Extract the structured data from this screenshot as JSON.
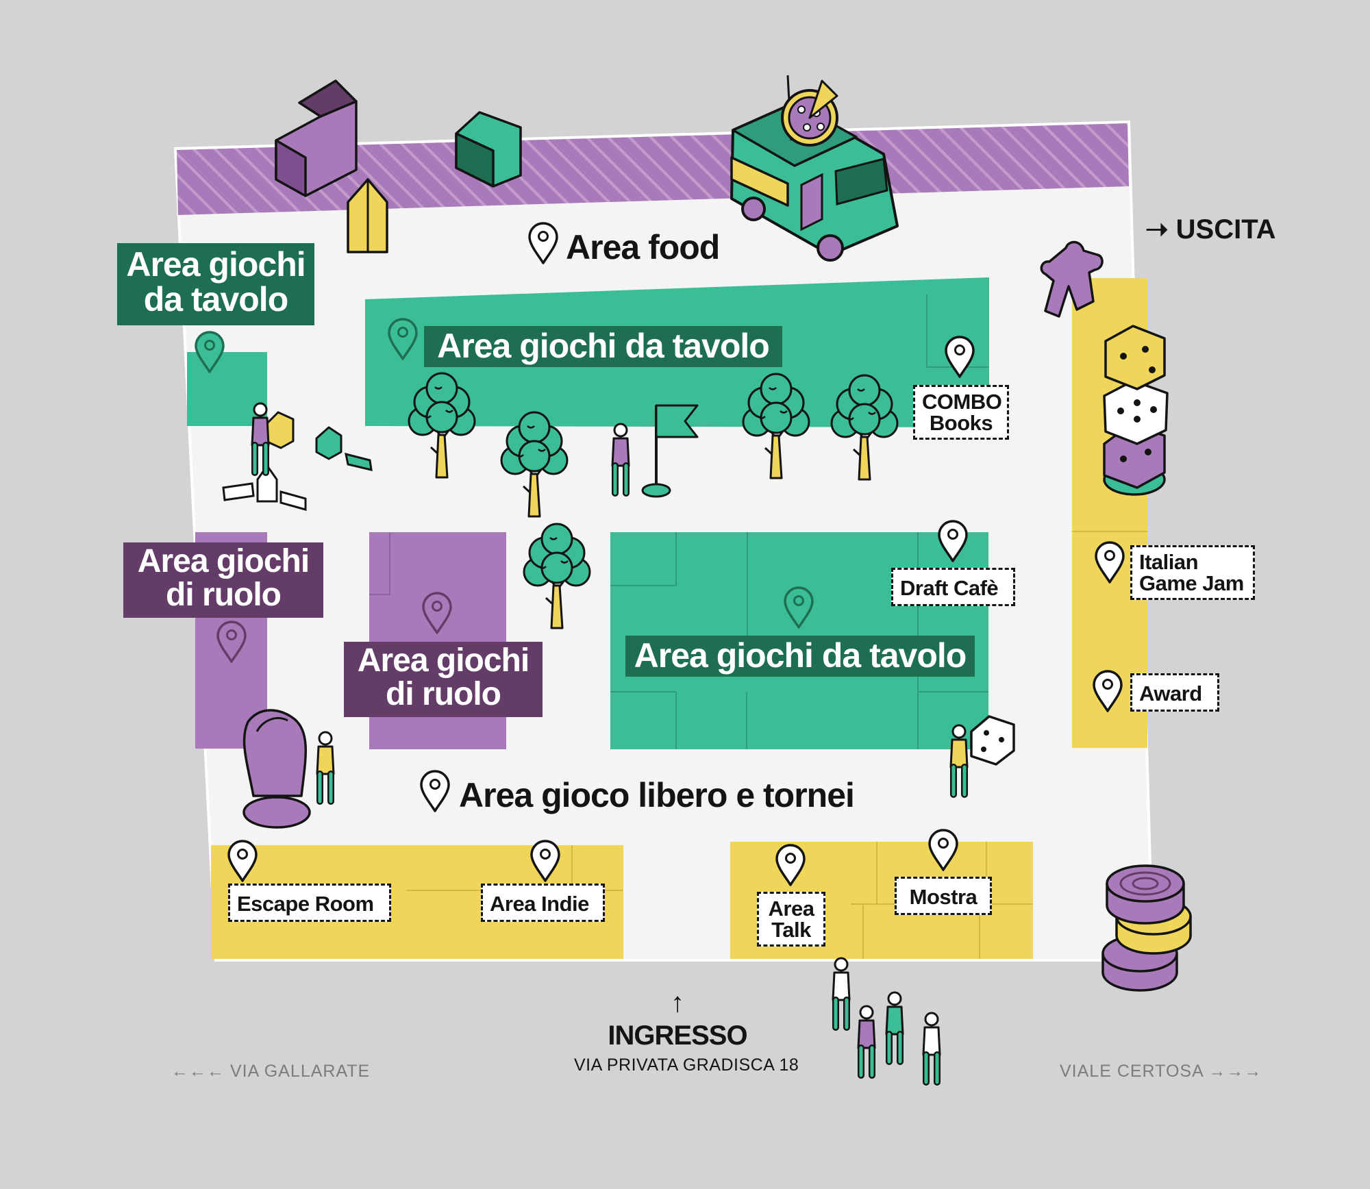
{
  "colors": {
    "background": "#d3d3d5",
    "floor": "#f4f4f4",
    "green": "#3bbd96",
    "dark_green": "#1e6e52",
    "purple": "#a97ab9",
    "dark_purple": "#633d68",
    "yellow": "#efd65a",
    "ink": "#141414"
  },
  "areas": {
    "tabletop_left": {
      "title": [
        "Area giochi",
        "da tavolo"
      ]
    },
    "tabletop_top": {
      "title": "Area giochi da tavolo"
    },
    "tabletop_center": {
      "title": "Area giochi da tavolo"
    },
    "roleplay_left": {
      "title": [
        "Area giochi",
        "di ruolo"
      ]
    },
    "roleplay_center": {
      "title": [
        "Area giochi",
        "di ruolo"
      ]
    },
    "food": {
      "title": "Area food"
    },
    "free_play": {
      "title": "Area gioco libero e tornei"
    }
  },
  "spots": {
    "combo_books": [
      "COMBO",
      "Books"
    ],
    "draft_cafe": "Draft Cafè",
    "italian_game_jam": [
      "Italian",
      "Game Jam"
    ],
    "award": "Award",
    "escape_room": "Escape Room",
    "area_indie": "Area Indie",
    "area_talk": [
      "Area",
      "Talk"
    ],
    "mostra": "Mostra"
  },
  "exit": {
    "arrow": "➝",
    "label": "USCITA"
  },
  "entrance": {
    "arrow": "↑",
    "label": "INGRESSO",
    "address": "VIA PRIVATA GRADISCA 18"
  },
  "streets": {
    "left": "←←← VIA GALLARATE",
    "right": "VIALE CERTOSA →→→"
  },
  "icons": [
    "location-pin-icon",
    "food-truck-icon",
    "pizza-icon",
    "tree-icon",
    "flag-icon",
    "dice-icon",
    "meeple-icon",
    "chess-knight-icon",
    "game-tokens-icon",
    "building-block-icon"
  ]
}
